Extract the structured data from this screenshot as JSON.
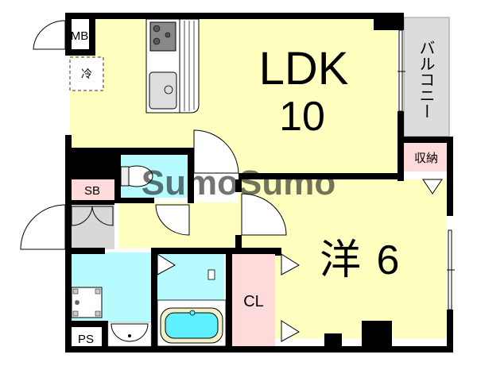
{
  "rooms": {
    "ldk": {
      "name": "LDK",
      "size": "10"
    },
    "western": {
      "name": "洋",
      "size": "6"
    },
    "balcony": {
      "name": "バルコニー"
    },
    "storage": {
      "name": "収納"
    },
    "closet": {
      "name": "CL"
    },
    "meter_box": {
      "name": "MB"
    },
    "shoe_box": {
      "name": "SB"
    },
    "pipe_space": {
      "name": "PS"
    },
    "refrigerator": {
      "name": "冷"
    }
  },
  "watermark": "SumoSumo",
  "colors": {
    "floor_yellow": "#ffffc0",
    "wet_blue": "#b8fbff",
    "storage_pink": "#ffdada",
    "balcony_gray": "#dcdcdc",
    "entry_gray": "#d8d8d8",
    "wall": "#000000"
  }
}
